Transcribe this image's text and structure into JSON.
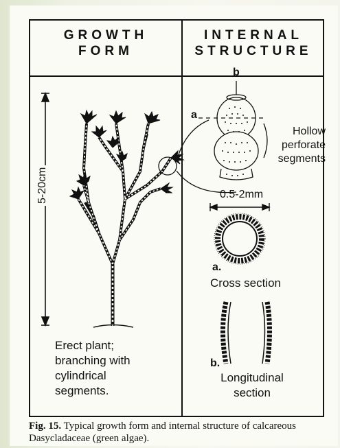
{
  "headers": {
    "growth_form_line1": "GROWTH",
    "growth_form_line2": "FORM",
    "internal_line1": "INTERNAL",
    "internal_line2": "STRUCTURE"
  },
  "labels": {
    "height": "5-20cm",
    "top_b": "b",
    "side_a": "a",
    "hollow_line1": "Hollow",
    "hollow_line2": "perforate",
    "hollow_line3": "segments",
    "diameter": "0.5-2mm",
    "a_marker": "a.",
    "cross_section": "Cross section",
    "b_marker": "b.",
    "longitudinal_line1": "Longitudinal",
    "longitudinal_line2": "section",
    "erect_line1": "Erect plant;",
    "erect_line2": "branching with",
    "erect_line3": "cylindrical",
    "erect_line4": "segments."
  },
  "caption": {
    "fig": "Fig. 15.",
    "text": "Typical growth form and internal structure of calcareous Dasycladaceae (green algae)."
  }
}
